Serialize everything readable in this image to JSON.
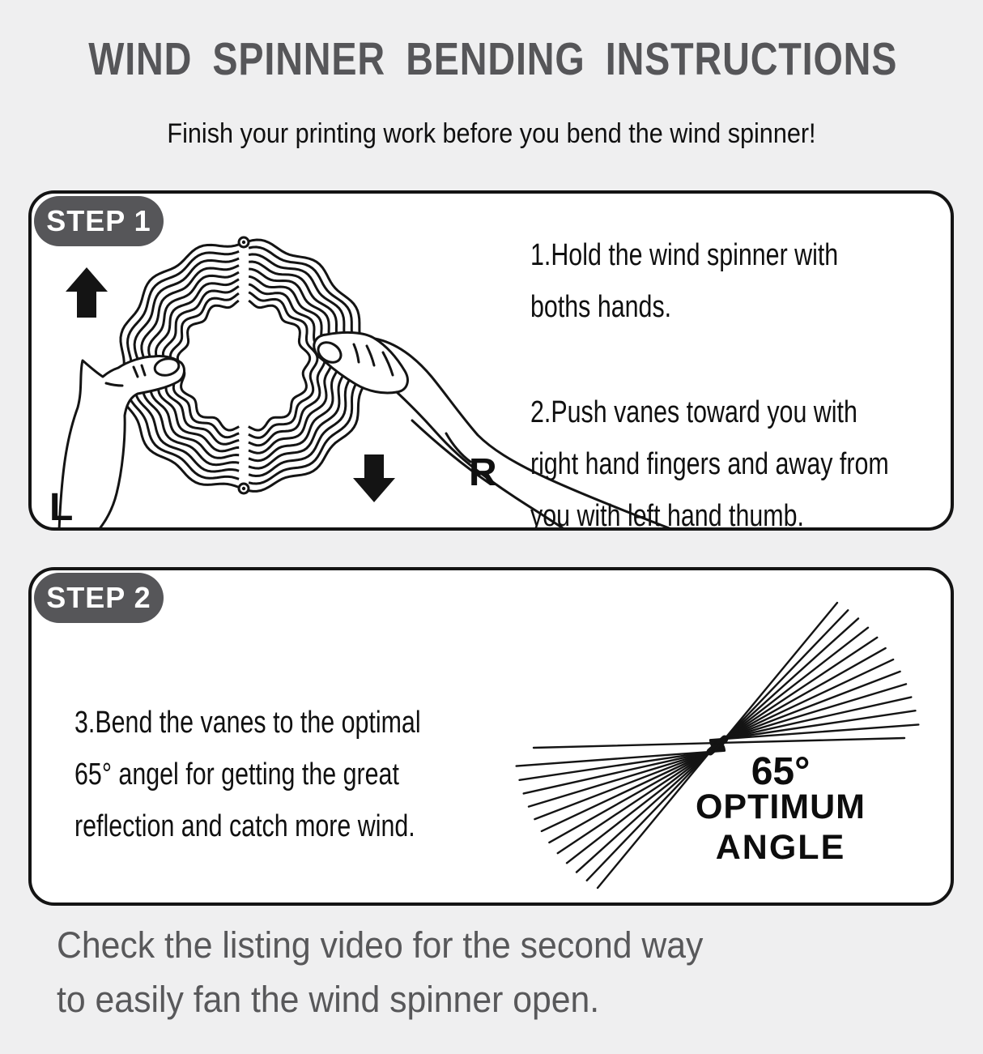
{
  "title": "WIND SPINNER BENDING INSTRUCTIONS",
  "subtitle": "Finish your printing work before you bend the wind spinner!",
  "step1": {
    "badge": "STEP 1",
    "instruction1_lines": [
      "1.Hold the wind spinner with",
      "boths hands."
    ],
    "instruction2_lines": [
      "2.Push vanes toward you with",
      "right hand fingers and away from",
      "you with left hand thumb."
    ],
    "left_hand_label": "L",
    "right_hand_label": "R"
  },
  "step2": {
    "badge": "STEP 2",
    "instruction3_lines": [
      "3.Bend the vanes to the optimal",
      "65° angel for getting the great",
      "reflection and catch more wind."
    ],
    "angle_value": "65°",
    "angle_word_line1": "OPTIMUM",
    "angle_word_line2": "ANGLE"
  },
  "footer_lines": [
    "Check the listing video for the second way",
    "to easily fan the wind spinner open."
  ],
  "colors": {
    "page_bg": "#efeff0",
    "panel_bg": "#ffffff",
    "ink": "#141414",
    "accent_gray": "#565659",
    "footer_gray": "#58585a"
  }
}
